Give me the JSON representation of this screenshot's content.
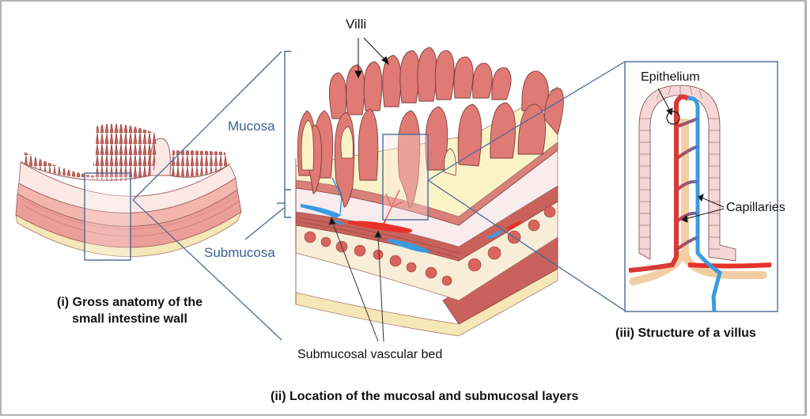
{
  "figure": {
    "panels": [
      {
        "id": "i",
        "caption_line1": "(i) Gross anatomy of the",
        "caption_line2": "small intestine wall"
      },
      {
        "id": "ii",
        "caption": "(ii) Location of the mucosal and submucosal layers"
      },
      {
        "id": "iii",
        "caption": "(iii) Structure of a villus"
      }
    ],
    "labels": {
      "villi": "Villi",
      "mucosa": "Mucosa",
      "submucosa": "Submucosa",
      "submucosal_vascular_bed": "Submucosal vascular bed",
      "epithelium": "Epithelium",
      "capillaries": "Capillaries"
    },
    "colors": {
      "label_blue": "#3a5f93",
      "villus_pink": "#e07a74",
      "lamina_yellow": "#fbf3c8",
      "artery_red": "#e8312a",
      "vein_blue": "#3a9be0",
      "lacteal_tan": "#f1cfa3",
      "callout_line": "#4a6a98"
    }
  }
}
